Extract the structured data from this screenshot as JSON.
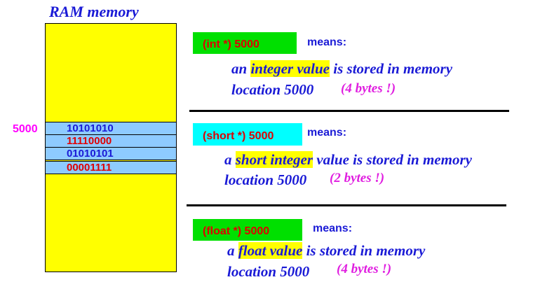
{
  "title": "RAM memory",
  "memory": {
    "address": "5000",
    "cells": [
      {
        "bits": "10101010",
        "color": "#1a1ad6"
      },
      {
        "bits": "11110000",
        "color": "#e00000"
      },
      {
        "bits": "01010101",
        "color": "#1a1ad6"
      },
      {
        "bits": "00001111",
        "color": "#e00000"
      }
    ]
  },
  "colors": {
    "ram": "#ffff00",
    "cell": "#8ecbff",
    "int_badge": "#00e000",
    "short_badge": "#00ffff",
    "float_badge": "#00e000",
    "highlight": "#ffff00"
  },
  "sections": [
    {
      "badge": "(int *) 5000",
      "means": "means:",
      "pre": "an ",
      "highlight": "integer value",
      "post": " is stored in memory",
      "line2": "location 5000",
      "note": "(4 bytes !)"
    },
    {
      "badge": "(short *) 5000",
      "means": "means:",
      "pre": "a ",
      "highlight": "short integer",
      "post": " value is stored in memory",
      "line2": "location 5000",
      "note": "(2 bytes !)"
    },
    {
      "badge": "(float *) 5000",
      "means": "means:",
      "pre": "a ",
      "highlight": "float value",
      "post": " is stored in memory",
      "line2": "location 5000",
      "note": "(4 bytes !)"
    }
  ]
}
